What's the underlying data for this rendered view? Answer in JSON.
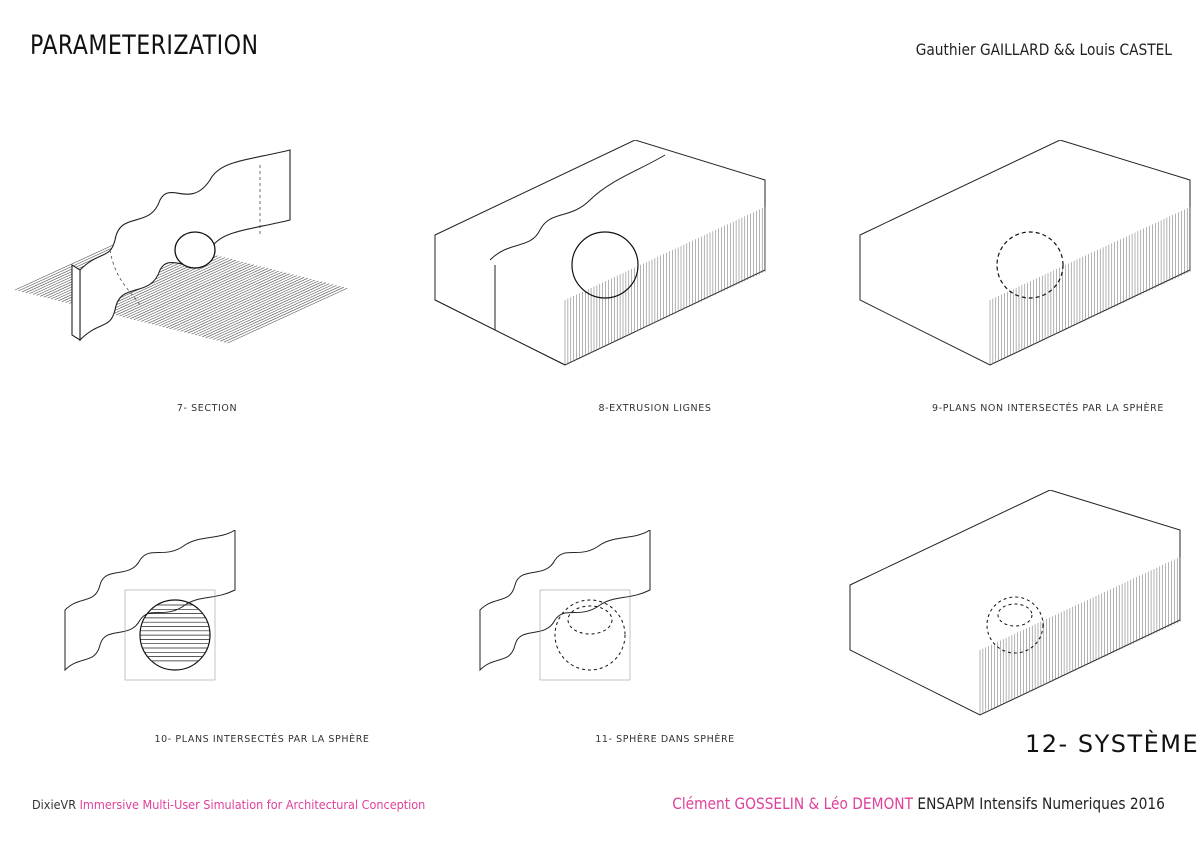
{
  "header": {
    "title": "PARAMETERIZATION",
    "authors": "Gauthier GAILLARD && Louis CASTEL"
  },
  "panels": [
    {
      "caption": "7- SECTION"
    },
    {
      "caption": "8-EXTRUSION LIGNES"
    },
    {
      "caption": "9-PLANS NON INTERSECTÉS PAR LA SPHÈRE"
    },
    {
      "caption": "10- PLANS INTERSECTÉS PAR LA SPHÈRE"
    },
    {
      "caption": "11- SPHÈRE DANS SPHÈRE"
    },
    {
      "caption": ""
    }
  ],
  "system_label": "12- SYSTÈME",
  "footer": {
    "project_name": "DixieVR",
    "project_desc": "Immersive Multi-User Simulation for Architectural Conception",
    "supervisors": "Clément GOSSELIN & Léo DEMONT",
    "institution": "ENSAPM Intensifs Numeriques 2016",
    "colors": {
      "accent": "#e0409a",
      "text": "#333333"
    }
  }
}
